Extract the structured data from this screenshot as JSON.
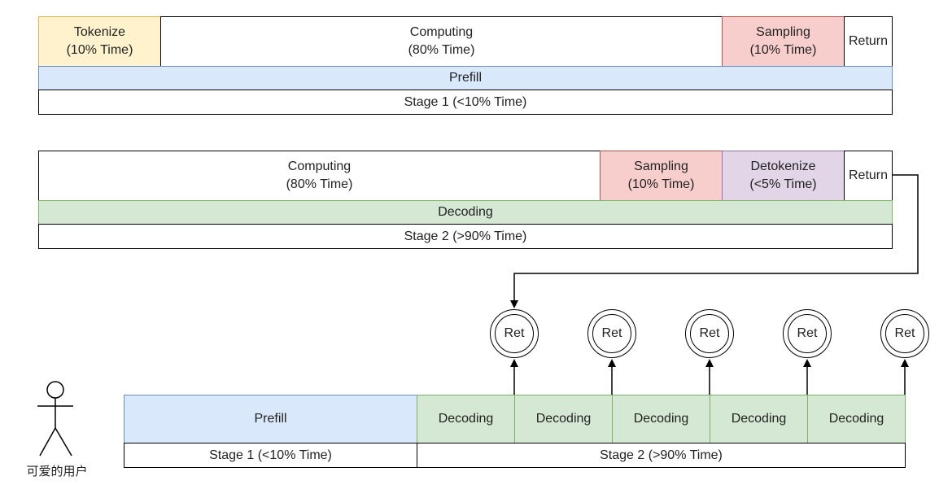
{
  "stage1": {
    "tokenize": "Tokenize\n(10% Time)",
    "computing": "Computing\n(80% Time)",
    "sampling": "Sampling\n(10% Time)",
    "return": "Return",
    "phase": "Prefill",
    "stage": "Stage 1 (<10% Time)"
  },
  "stage2": {
    "computing": "Computing\n(80% Time)",
    "sampling": "Sampling\n(10% Time)",
    "detokenize": "Detokenize\n(<5% Time)",
    "return": "Return",
    "phase": "Decoding",
    "stage": "Stage 2 (>90% Time)"
  },
  "timeline": {
    "prefill": "Prefill",
    "decoding": [
      "Decoding",
      "Decoding",
      "Decoding",
      "Decoding",
      "Decoding"
    ],
    "ret": [
      "Ret",
      "Ret",
      "Ret",
      "Ret",
      "Ret"
    ],
    "stage1": "Stage 1 (<10% Time)",
    "stage2": "Stage 2 (>90% Time)"
  },
  "user": {
    "label": "可爱的用户"
  },
  "colors": {
    "yellow": "#fff2cc",
    "red": "#f8cecc",
    "purple": "#e1d5e7",
    "blue": "#dae8fc",
    "green": "#d5e8d4"
  }
}
